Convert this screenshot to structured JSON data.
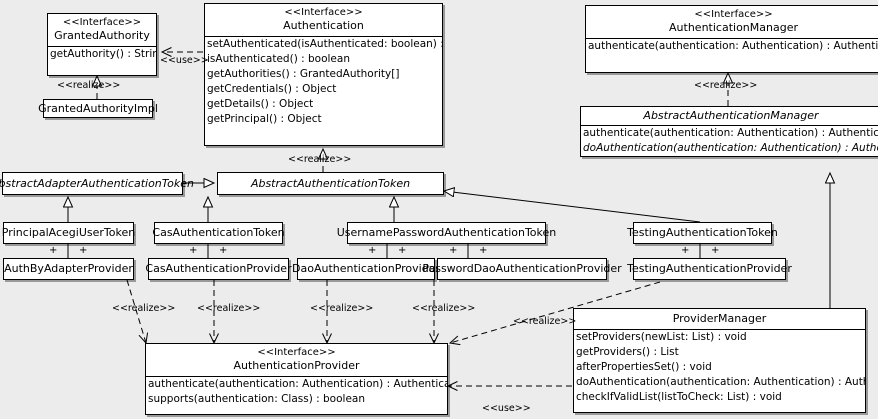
{
  "diagram": {
    "kind": "uml-class-diagram",
    "background_color": "#ececec",
    "box_fill": "#ffffff",
    "line_color": "#000000",
    "stereotype_interface": "<<Interface>>",
    "labels": {
      "realize": "<<realize>>",
      "use": "<<use>>",
      "role_plus": "+"
    }
  },
  "classes": {
    "granted_authority": {
      "stereotype": "<<Interface>>",
      "name": "GrantedAuthority",
      "operations": [
        "getAuthority() : String"
      ]
    },
    "granted_authority_impl": {
      "name": "GrantedAuthorityImpl",
      "operations": []
    },
    "authentication": {
      "stereotype": "<<Interface>>",
      "name": "Authentication",
      "operations": [
        "setAuthenticated(isAuthenticated: boolean) : void",
        "isAuthenticated() : boolean",
        "getAuthorities() : GrantedAuthority[]",
        "getCredentials() : Object",
        "getDetails() : Object",
        "getPrincipal() : Object"
      ]
    },
    "authentication_manager": {
      "stereotype": "<<Interface>>",
      "name": "AuthenticationManager",
      "operations": [
        "authenticate(authentication: Authentication) : Authentication"
      ]
    },
    "abstract_authentication_manager": {
      "name": "AbstractAuthenticationManager",
      "abstract": true,
      "operations": [
        "authenticate(authentication: Authentication) : Authentication",
        "doAuthentication(authentication: Authentication) : Authentication"
      ],
      "abstract_operations": [
        false,
        true
      ]
    },
    "abstract_adapter_authentication_token": {
      "name": "AbstractAdapterAuthenticationToken",
      "abstract": true,
      "operations": []
    },
    "abstract_authentication_token": {
      "name": "AbstractAuthenticationToken",
      "abstract": true,
      "operations": []
    },
    "principal_acegi_user_token": {
      "name": "PrincipalAcegiUserToken",
      "operations": []
    },
    "cas_authentication_token": {
      "name": "CasAuthenticationToken",
      "operations": []
    },
    "username_password_authentication_token": {
      "name": "UsernamePasswordAuthenticationToken",
      "operations": []
    },
    "testing_authentication_token": {
      "name": "TestingAuthenticationToken",
      "operations": []
    },
    "auth_by_adapter_provider": {
      "name": "AuthByAdapterProvider",
      "operations": []
    },
    "cas_authentication_provider": {
      "name": "CasAuthenticationProvider",
      "operations": []
    },
    "dao_authentication_provider": {
      "name": "DaoAuthenticationProvider",
      "operations": []
    },
    "password_dao_authentication_provider": {
      "name": "PasswordDaoAuthenticationProvider",
      "operations": []
    },
    "testing_authentication_provider": {
      "name": "TestingAuthenticationProvider",
      "operations": []
    },
    "authentication_provider": {
      "stereotype": "<<Interface>>",
      "name": "AuthenticationProvider",
      "operations": [
        "authenticate(authentication: Authentication) : Authentication",
        "supports(authentication: Class) : boolean"
      ]
    },
    "provider_manager": {
      "name": "ProviderManager",
      "operations": [
        "setProviders(newList: List) : void",
        "getProviders() : List",
        "afterPropertiesSet() : void",
        "doAuthentication(authentication: Authentication) : Authentication",
        "checkIfValidList(listToCheck: List) : void"
      ]
    }
  },
  "relationships": [
    {
      "type": "use",
      "from": "authentication",
      "to": "granted_authority",
      "label": "<<use>>"
    },
    {
      "type": "realize",
      "from": "granted_authority_impl",
      "to": "granted_authority",
      "label": "<<realize>>"
    },
    {
      "type": "realize",
      "from": "abstract_authentication_token",
      "to": "authentication",
      "label": "<<realize>>"
    },
    {
      "type": "realize",
      "from": "abstract_authentication_manager",
      "to": "authentication_manager",
      "label": "<<realize>>"
    },
    {
      "type": "generalization",
      "from": "abstract_adapter_authentication_token",
      "to": "abstract_authentication_token"
    },
    {
      "type": "generalization",
      "from": "principal_acegi_user_token",
      "to": "abstract_adapter_authentication_token"
    },
    {
      "type": "generalization",
      "from": "cas_authentication_token",
      "to": "abstract_authentication_token"
    },
    {
      "type": "generalization",
      "from": "username_password_authentication_token",
      "to": "abstract_authentication_token"
    },
    {
      "type": "generalization",
      "from": "testing_authentication_token",
      "to": "abstract_authentication_token"
    },
    {
      "type": "generalization",
      "from": "provider_manager",
      "to": "abstract_authentication_manager"
    },
    {
      "type": "association",
      "from": "principal_acegi_user_token",
      "to": "auth_by_adapter_provider"
    },
    {
      "type": "association",
      "from": "cas_authentication_token",
      "to": "cas_authentication_provider"
    },
    {
      "type": "association",
      "from": "username_password_authentication_token",
      "to": "dao_authentication_provider"
    },
    {
      "type": "association",
      "from": "username_password_authentication_token",
      "to": "password_dao_authentication_provider"
    },
    {
      "type": "association",
      "from": "testing_authentication_token",
      "to": "testing_authentication_provider"
    },
    {
      "type": "realize",
      "from": "auth_by_adapter_provider",
      "to": "authentication_provider",
      "label": "<<realize>>"
    },
    {
      "type": "realize",
      "from": "cas_authentication_provider",
      "to": "authentication_provider",
      "label": "<<realize>>"
    },
    {
      "type": "realize",
      "from": "dao_authentication_provider",
      "to": "authentication_provider",
      "label": "<<realize>>"
    },
    {
      "type": "realize",
      "from": "password_dao_authentication_provider",
      "to": "authentication_provider",
      "label": "<<realize>>"
    },
    {
      "type": "realize",
      "from": "testing_authentication_provider",
      "to": "authentication_provider",
      "label": "<<realize>>"
    },
    {
      "type": "use",
      "from": "provider_manager",
      "to": "authentication_provider",
      "label": "<<use>>"
    }
  ]
}
